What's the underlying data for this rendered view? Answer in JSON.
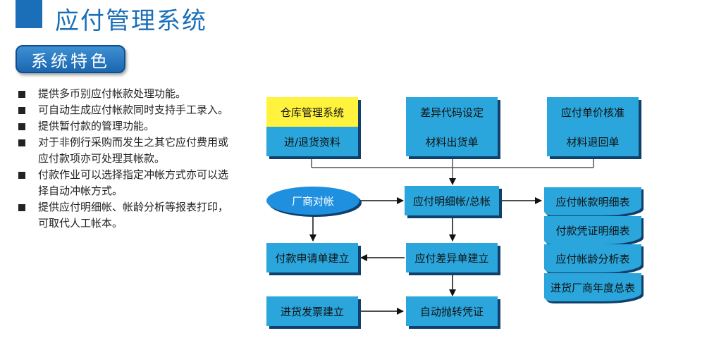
{
  "page_title": "应付管理系统",
  "section_tag": "系统特色",
  "features": [
    "提供多币别应付帐款处理功能。",
    "可自动生成应付帐款同时支持手工录入。",
    "提供暂付款的管理功能。",
    "对于非例行采购而发生之其它应付费用或应付款项亦可处理其帐款。",
    "付款作业可以选择指定冲帐方式亦可以选择自动冲帐方式。",
    "提供应付明细帐、帐龄分析等报表打印，可取代人工帐本。"
  ],
  "flow": {
    "warehouse_system": "仓库管理系统",
    "diff_code_setting": "差异代码设定",
    "payable_price_approval": "应付单价核准",
    "purchase_return_data": "进/退货资料",
    "material_shipment": "材料出货单",
    "material_return": "材料退回单",
    "vendor_reconciliation": "厂商对帐",
    "payable_ledger": "应付明细帐/总帐",
    "payment_request": "付款申请单建立",
    "payable_difference": "应付差异单建立",
    "purchase_invoice": "进货发票建立",
    "auto_voucher": "自动抛转凭证"
  },
  "reports": [
    "应付帐款明细表",
    "付款凭证明细表",
    "应付帐龄分析表",
    "进货厂商年度总表"
  ],
  "colors": {
    "brand_blue": "#1a6fb8",
    "box_blue": "#2aa6dc",
    "highlight_yellow": "#fff33d",
    "shadow": "#0f3f6b"
  }
}
